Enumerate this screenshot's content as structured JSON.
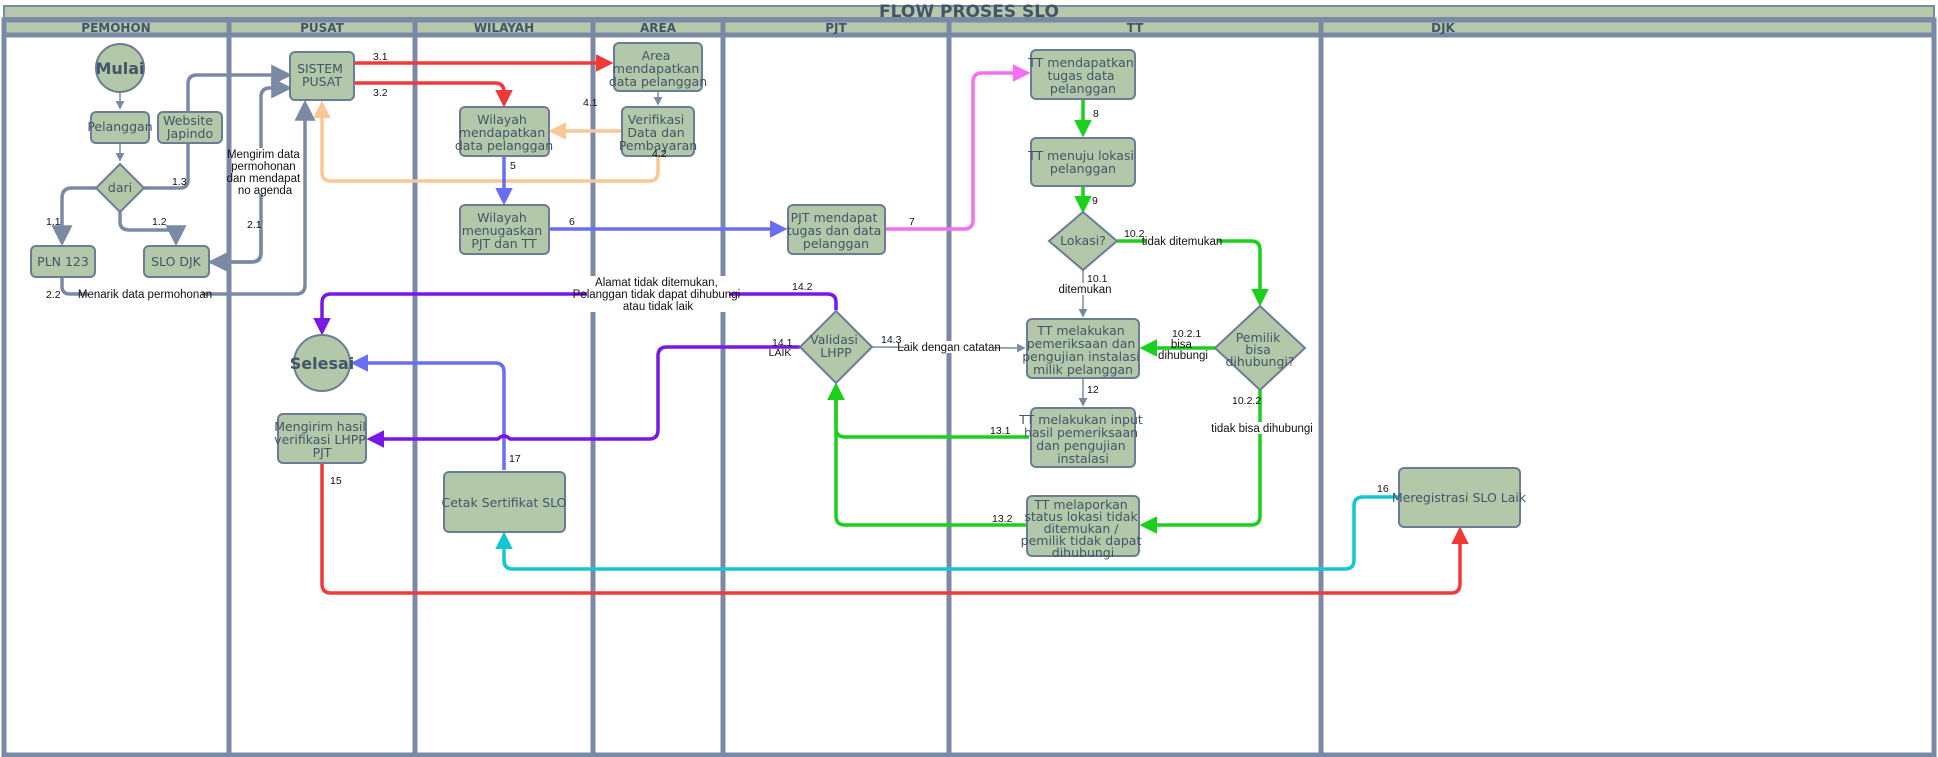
{
  "title": "FLOW PROSES SLO",
  "lanes": [
    {
      "id": "pemohon",
      "label": "PEMOHON"
    },
    {
      "id": "pusat",
      "label": "PUSAT"
    },
    {
      "id": "wilayah",
      "label": "WILAYAH"
    },
    {
      "id": "area",
      "label": "AREA"
    },
    {
      "id": "pjt",
      "label": "PJT"
    },
    {
      "id": "tt",
      "label": "TT"
    },
    {
      "id": "djk",
      "label": "DJK"
    }
  ],
  "nodes": {
    "mulai": {
      "label": "Mulai"
    },
    "pelanggan": {
      "label": "Pelanggan"
    },
    "website": {
      "lines": [
        "Website",
        "Japindo"
      ]
    },
    "dari": {
      "label": "dari"
    },
    "pln": {
      "label": "PLN 123"
    },
    "slodjk": {
      "label": "SLO DJK"
    },
    "sistem": {
      "lines": [
        "SISTEM",
        "PUSAT"
      ]
    },
    "selesai": {
      "label": "Selesai"
    },
    "kirimhasil": {
      "lines": [
        "Mengirim hasil",
        "verifikasi LHPP",
        "PJT"
      ]
    },
    "wil1": {
      "lines": [
        "Wilayah",
        "mendapatkan",
        "data pelanggan"
      ]
    },
    "wil2": {
      "lines": [
        "Wilayah",
        "menugaskan",
        "PJT dan TT"
      ]
    },
    "cetak": {
      "label": "Cetak Sertifikat SLO"
    },
    "area1": {
      "lines": [
        "Area",
        "mendapatkan",
        "data pelanggan"
      ]
    },
    "verif": {
      "lines": [
        "Verifikasi",
        "Data dan",
        "Pembayaran"
      ]
    },
    "pjt1": {
      "lines": [
        "PJT mendapat",
        "tugas dan data",
        "pelanggan"
      ]
    },
    "validasi": {
      "lines": [
        "Validasi",
        "LHPP"
      ]
    },
    "tt1": {
      "lines": [
        "TT mendapatkan",
        "tugas data",
        "pelanggan"
      ]
    },
    "tt2": {
      "lines": [
        "TT menuju lokasi",
        "pelanggan"
      ]
    },
    "lokasi": {
      "label": "Lokasi?"
    },
    "pemilik": {
      "lines": [
        "Pemilik",
        "bisa",
        "dihubungi?"
      ]
    },
    "tt3": {
      "lines": [
        "TT melakukan",
        "pemeriksaan dan",
        "pengujian instalasi",
        "milik pelanggan"
      ]
    },
    "tt4": {
      "lines": [
        "TT melakukan input",
        "hasil pemeriksaan",
        "dan pengujian",
        "instalasi"
      ]
    },
    "tt5": {
      "lines": [
        "TT melaporkan",
        "status lokasi tidak",
        "ditemukan /",
        "pemilik tidak dapat",
        "dihubungi"
      ]
    },
    "djk1": {
      "label": "Meregistrasi SLO Laik"
    }
  },
  "edge_labels": {
    "e11": "1.1",
    "e12": "1.2",
    "e13": "1.3",
    "e21": "2.1",
    "e22": "2.2",
    "e31": "3.1",
    "e32": "3.2",
    "e41": "4.1",
    "e42": "4.2",
    "e5": "5",
    "e6": "6",
    "e7": "7",
    "e8": "8",
    "e9": "9",
    "e101": "10.1",
    "e102": "10.2",
    "e1021": "10.2.1",
    "e1022": "10.2.2",
    "e12b": "12",
    "e131": "13.1",
    "e132": "13.2",
    "e141": "14.1",
    "e142": "14.2",
    "e143": "14.3",
    "e15": "15",
    "e16": "16",
    "e17": "17"
  },
  "edge_texts": {
    "mengirim": [
      "Mengirim data",
      "permohonan",
      "dan mendapat",
      "no agenda"
    ],
    "menarik": "Menarik data permohonan",
    "alamat": [
      "Alamat tidak ditemukan,",
      "Pelanggan tidak dapat dihubungi",
      "atau tidak laik"
    ],
    "laik": "LAIK",
    "laikcatatan": "Laik dengan catatan",
    "ditemukan": "ditemukan",
    "tidakditemukan": "tidak ditemukan",
    "bisa": [
      "bisa",
      "dihubungi"
    ],
    "tidakbisa": "tidak bisa dihubungi"
  },
  "colors": {
    "lane_border": "#7b8aa4",
    "header_fill": "#b6c9aa",
    "node_fill": "#b2c8a8",
    "node_stroke": "#6b7d96",
    "text": "#44546a",
    "red": "#f03a3a",
    "orange": "#f9c894",
    "blue": "#6a6ef0",
    "magenta": "#f56ef3",
    "green": "#1ad01a",
    "purple": "#7a16e6",
    "cyan": "#14c6d0",
    "slate": "#7b8aa4"
  }
}
